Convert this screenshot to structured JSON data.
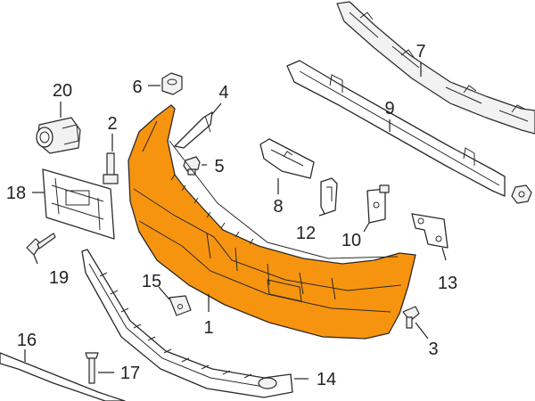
{
  "diagram": {
    "highlight_color": "#f7940f",
    "outline_color": "#2a2a2a",
    "callouts": [
      {
        "id": "c1",
        "label": "1"
      },
      {
        "id": "c2",
        "label": "2"
      },
      {
        "id": "c3",
        "label": "3"
      },
      {
        "id": "c4",
        "label": "4"
      },
      {
        "id": "c5",
        "label": "5"
      },
      {
        "id": "c6",
        "label": "6"
      },
      {
        "id": "c7",
        "label": "7"
      },
      {
        "id": "c8",
        "label": "8"
      },
      {
        "id": "c9",
        "label": "9"
      },
      {
        "id": "c10",
        "label": "10"
      },
      {
        "id": "c12",
        "label": "12"
      },
      {
        "id": "c13",
        "label": "13"
      },
      {
        "id": "c14",
        "label": "14"
      },
      {
        "id": "c15",
        "label": "15"
      },
      {
        "id": "c16",
        "label": "16"
      },
      {
        "id": "c17",
        "label": "17"
      },
      {
        "id": "c18",
        "label": "18"
      },
      {
        "id": "c19",
        "label": "19"
      },
      {
        "id": "c20",
        "label": "20"
      }
    ]
  }
}
